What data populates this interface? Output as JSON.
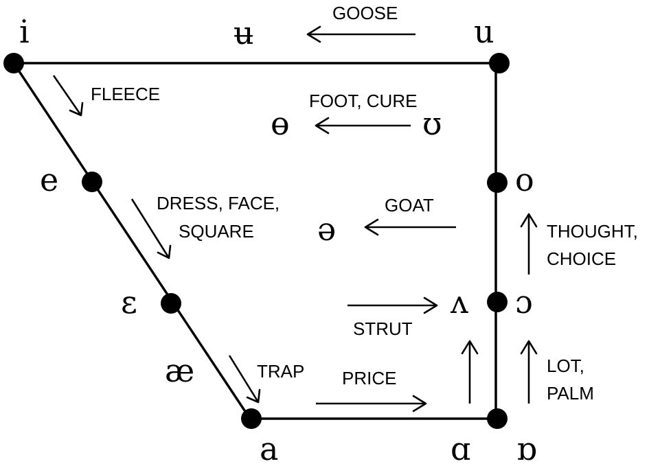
{
  "symbols": {
    "i": "i",
    "u_bar": "ʉ",
    "u": "u",
    "theta": "ɵ",
    "upsilon": "ʊ",
    "e": "e",
    "o": "o",
    "schwa": "ə",
    "epsilon": "ɛ",
    "wedge": "ʌ",
    "open_o": "ɔ",
    "ae": "æ",
    "a": "a",
    "alpha": "ɑ",
    "turned_alpha": "ɒ"
  },
  "labels": {
    "goose": "GOOSE",
    "fleece": "FLEECE",
    "foot_cure": "FOOT, CURE",
    "dress_face_1": "DRESS, FACE,",
    "dress_face_2": "SQUARE",
    "goat": "GOAT",
    "thought_1": "THOUGHT,",
    "thought_2": "CHOICE",
    "strut": "STRUT",
    "trap": "TRAP",
    "price": "PRICE",
    "lot_1": "LOT,",
    "lot_2": "PALM"
  }
}
